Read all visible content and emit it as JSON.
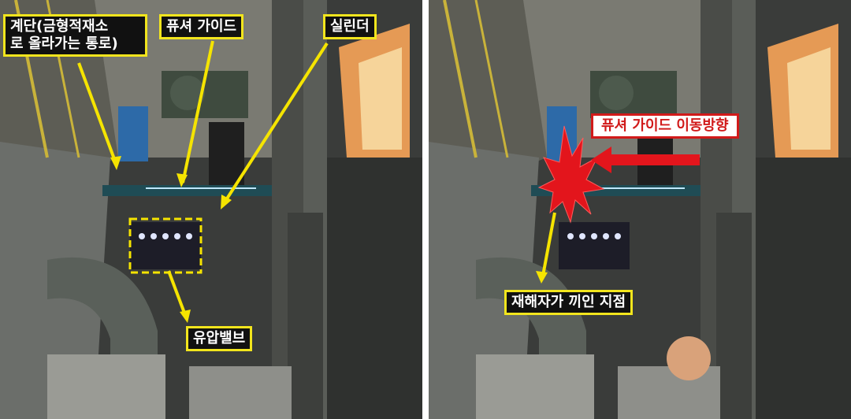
{
  "left_panel": {
    "labels": {
      "stairs_line1": "계단(금형적재소",
      "stairs_line2": "로 올라가는 통로)",
      "fuser_guide": "퓨셔 가이드",
      "cylinder": "실린더",
      "hydraulic_valve": "유압밸브"
    }
  },
  "right_panel": {
    "labels": {
      "movement_direction": "퓨셔 가이드 이동방향",
      "pinch_point": "재해자가 끼인 지점"
    }
  },
  "colors": {
    "label_border": "#f2e51d",
    "label_background": "#111111",
    "arrow_yellow": "#f5e400",
    "warning_red": "#d11a1a"
  }
}
